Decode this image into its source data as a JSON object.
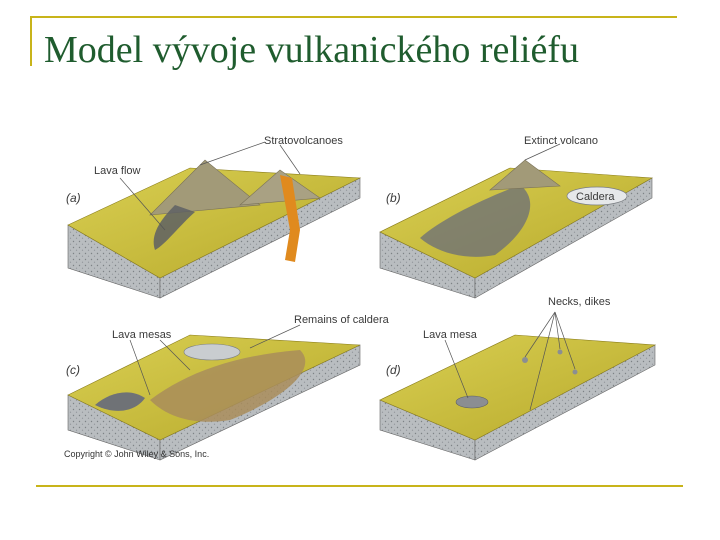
{
  "slide": {
    "title": "Model vývoje vulkanického reliéfu",
    "accent_color": "#c8b41a",
    "title_color": "#1f5c2e"
  },
  "diagram": {
    "copyright": "Copyright © John Wiley & Sons, Inc.",
    "panels": [
      {
        "letter": "(a)",
        "labels": [
          "Stratovolcanoes",
          "Lava flow"
        ]
      },
      {
        "letter": "(b)",
        "labels": [
          "Extinct volcano",
          "Caldera"
        ]
      },
      {
        "letter": "(c)",
        "labels": [
          "Remains of caldera",
          "Lava mesas"
        ]
      },
      {
        "letter": "(d)",
        "labels": [
          "Necks, dikes",
          "Lava mesa"
        ]
      }
    ]
  }
}
